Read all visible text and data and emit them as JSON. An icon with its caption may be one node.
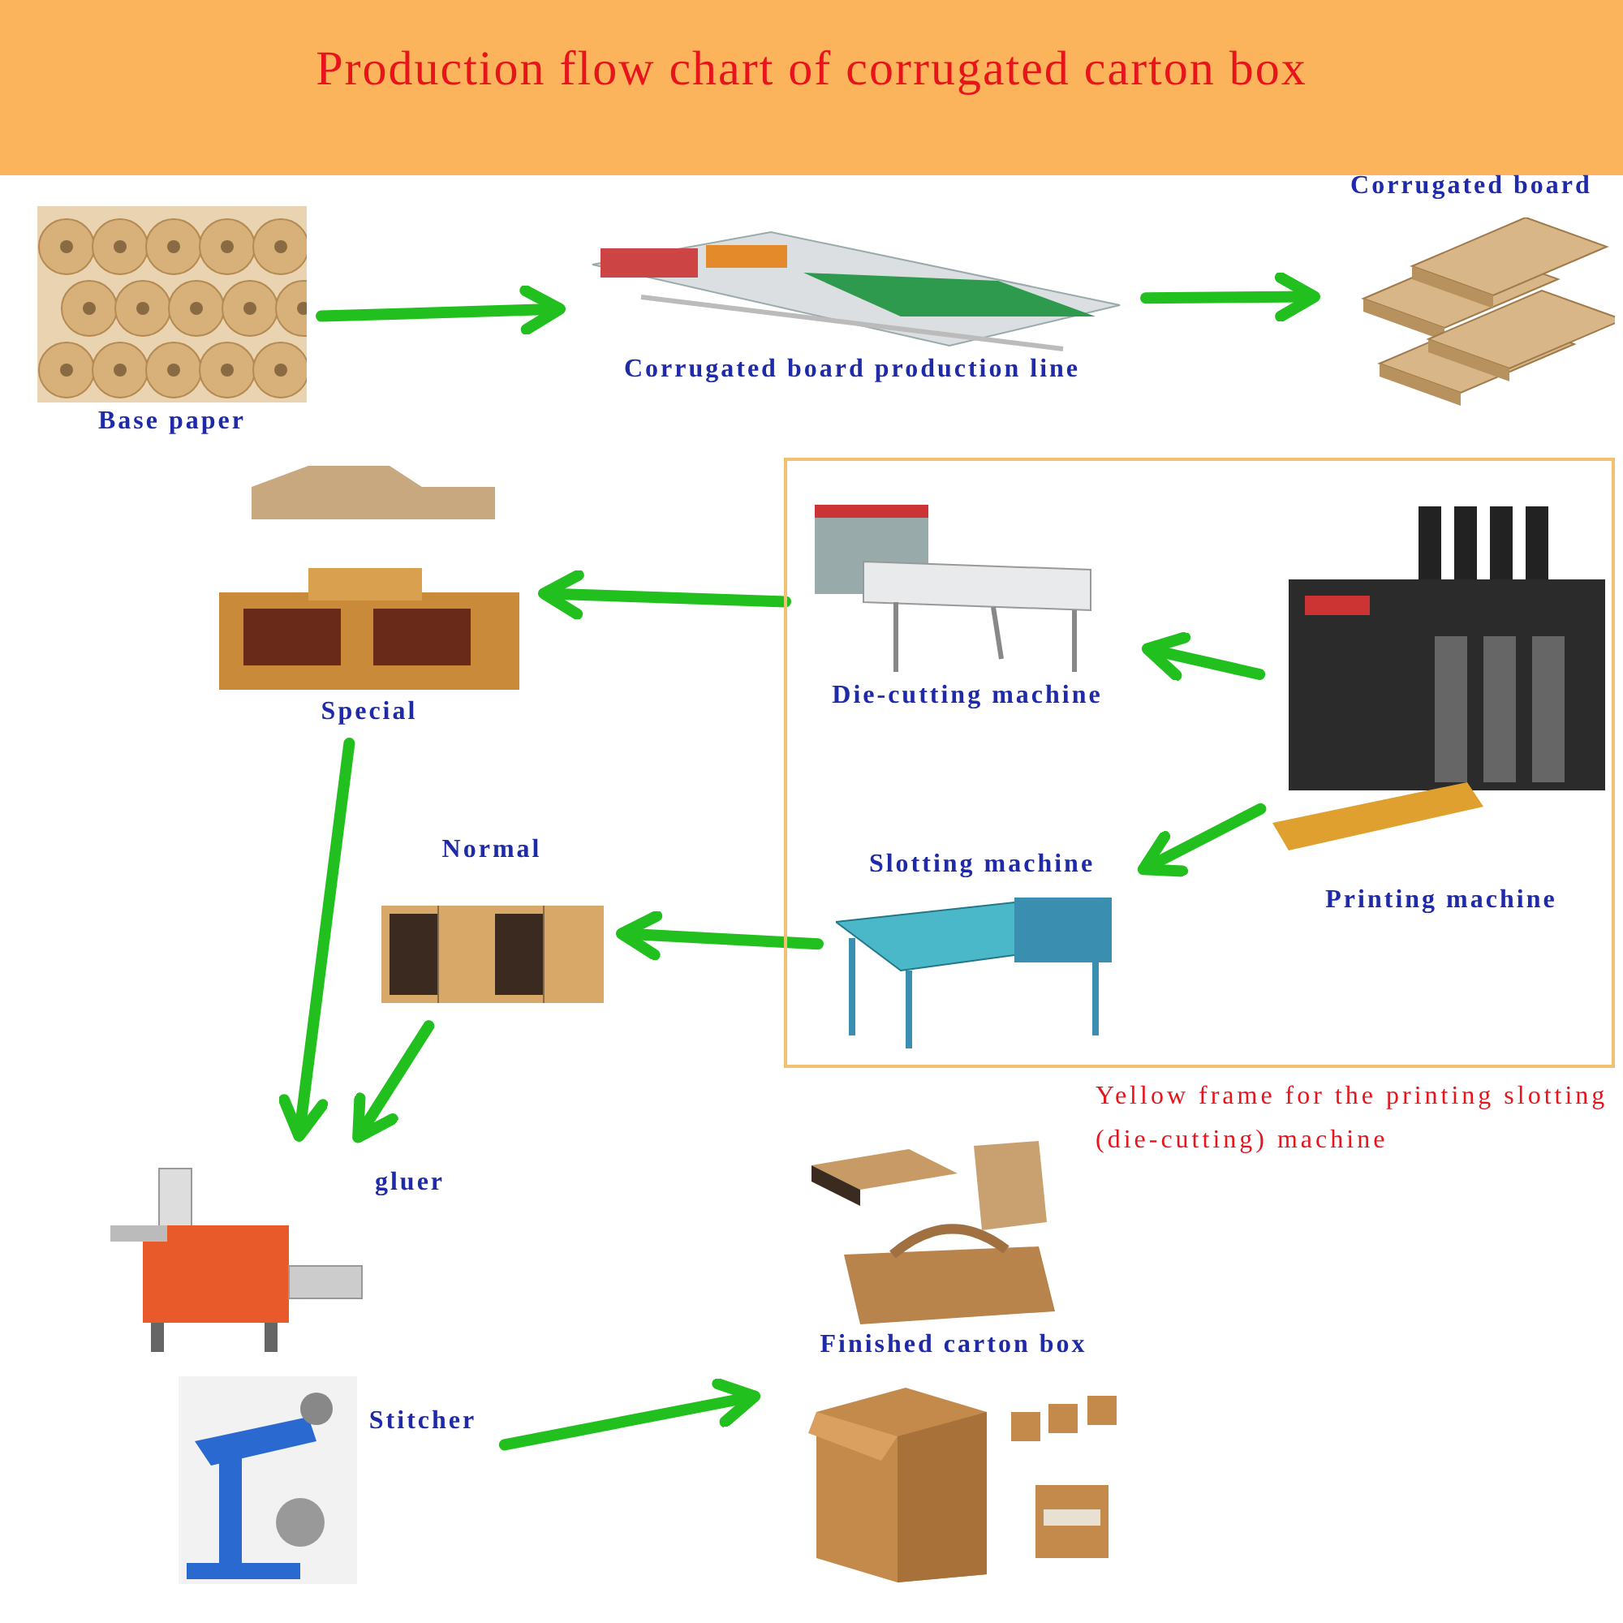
{
  "diagram": {
    "title": "Production flow chart of corrugated carton box",
    "nodes": [
      {
        "text": [
          "Base paper"
        ]
      },
      {
        "text": [
          "Corrugated board production line"
        ]
      },
      {
        "text": [
          "Corrugated board"
        ]
      },
      {
        "text": [
          "Yellow frame for the printing slotting (die-cutting) machine"
        ]
      },
      {
        "text": [
          "Printing machine"
        ],
        "in": 3
      },
      {
        "text": [
          "Die-cutting machine"
        ],
        "in": 3
      },
      {
        "text": [
          "Slotting machine"
        ],
        "in": 3
      },
      {
        "text": [
          "Special"
        ]
      },
      {
        "text": [
          "Normal"
        ]
      },
      {
        "text": [
          "gluer"
        ]
      },
      {
        "text": [
          "Stitcher"
        ]
      },
      {
        "text": [
          "Finished carton box"
        ]
      }
    ],
    "edges": [
      {
        "from": 0,
        "to": 1,
        "arrow": "to"
      },
      {
        "from": 1,
        "to": 2,
        "arrow": "to"
      },
      {
        "from": 4,
        "to": 5,
        "arrow": "to"
      },
      {
        "from": 4,
        "to": 6,
        "arrow": "to"
      },
      {
        "from": 5,
        "to": 7,
        "arrow": "to"
      },
      {
        "from": 6,
        "to": 8,
        "arrow": "to"
      },
      {
        "from": 7,
        "to": 9,
        "arrow": "to"
      },
      {
        "from": 8,
        "to": 9,
        "arrow": "to"
      },
      {
        "from": 10,
        "to": 11,
        "arrow": "to"
      }
    ]
  }
}
